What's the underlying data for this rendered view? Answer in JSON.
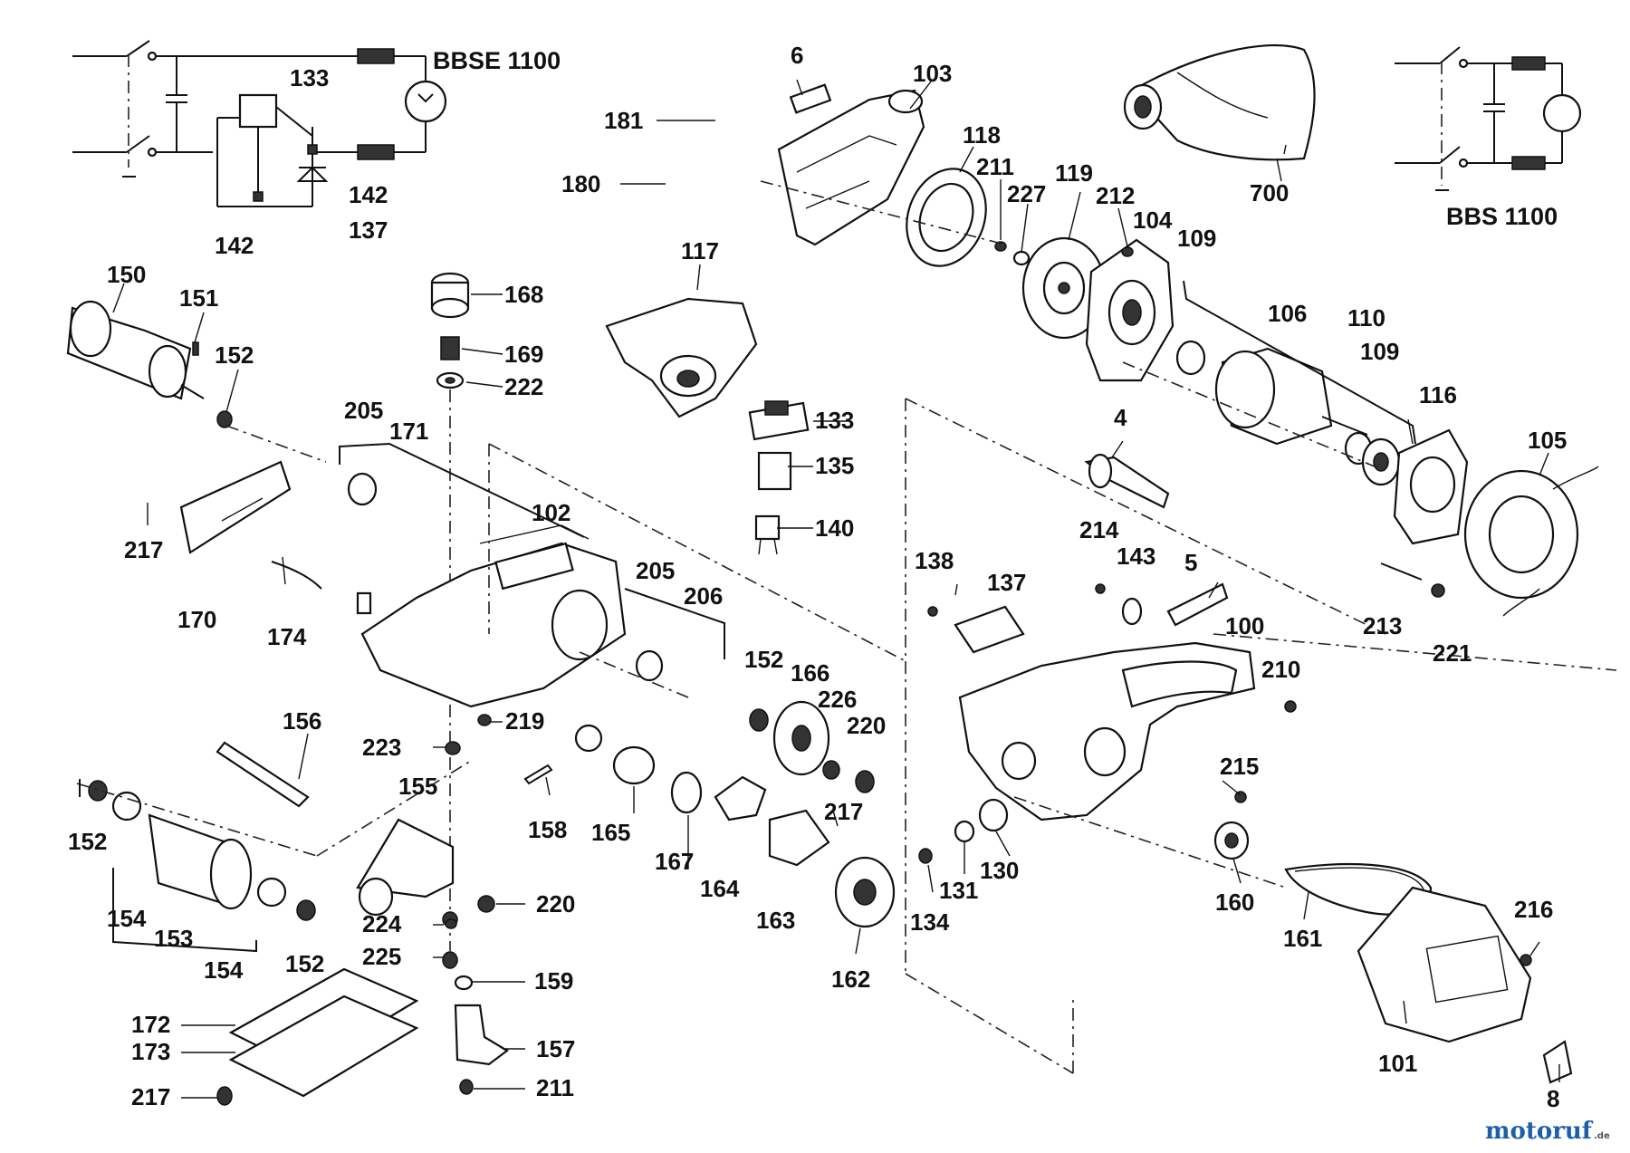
{
  "diagram": {
    "titles": {
      "bbse": "BBSE 1100",
      "bbs": "BBS 1100"
    },
    "watermark": {
      "main": "motoruf",
      "suffix": ".de",
      "color_a": "#1e5fa8",
      "color_b": "#e07b1a"
    },
    "labels": {
      "p6": "6",
      "p103": "103",
      "p181": "181",
      "p118": "118",
      "p180": "180",
      "p211a": "211",
      "p227": "227",
      "p119": "119",
      "p212": "212",
      "p104": "104",
      "p109a": "109",
      "p700": "700",
      "p133a": "133",
      "p142a": "142",
      "p137a": "137",
      "p142b": "142",
      "p150": "150",
      "p151": "151",
      "p152a": "152",
      "p168": "168",
      "p169": "169",
      "p222": "222",
      "p117": "117",
      "p106": "106",
      "p110": "110",
      "p109b": "109",
      "p116": "116",
      "p105": "105",
      "p205a": "205",
      "p171": "171",
      "p133b": "133",
      "p135": "135",
      "p4": "4",
      "p102": "102",
      "p140": "140",
      "p217a": "217",
      "p170": "170",
      "p174": "174",
      "p205b": "205",
      "p206": "206",
      "p214": "214",
      "p143": "143",
      "p5": "5",
      "p138": "138",
      "p137b": "137",
      "p100": "100",
      "p152b": "152",
      "p166": "166",
      "p226": "226",
      "p220a": "220",
      "p213": "213",
      "p221": "221",
      "p210": "210",
      "p219": "219",
      "p156": "156",
      "p223": "223",
      "p155": "155",
      "p158": "158",
      "p165": "165",
      "p167": "167",
      "p164": "164",
      "p217b": "217",
      "p215": "215",
      "p152c": "152",
      "p154a": "154",
      "p153": "153",
      "p154b": "154",
      "p152d": "152",
      "p220b": "220",
      "p224": "224",
      "p225": "225",
      "p163": "163",
      "p162": "162",
      "p131": "131",
      "p130": "130",
      "p134": "134",
      "p160": "160",
      "p161": "161",
      "p216": "216",
      "p159": "159",
      "p172": "172",
      "p173": "173",
      "p157": "157",
      "p217c": "217",
      "p211b": "211",
      "p101": "101",
      "p8": "8"
    }
  }
}
